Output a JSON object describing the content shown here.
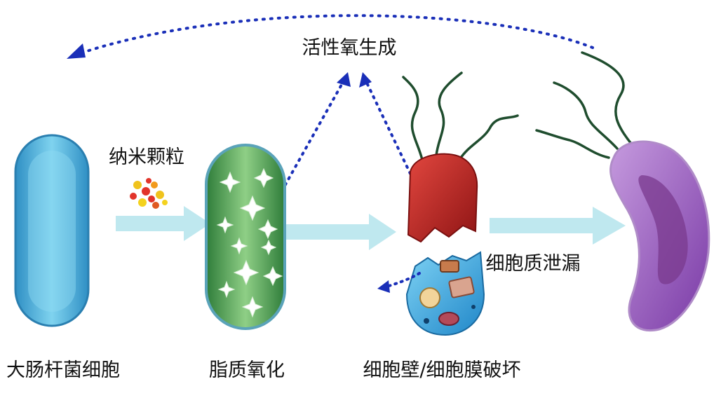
{
  "labels": {
    "ros_generation": "活性氧生成",
    "nanoparticles": "纳米颗粒",
    "cytoplasm_leakage": "细胞质泄漏",
    "ecoli": "大肠杆菌细胞",
    "lipid_oxidation": "脂质氧化",
    "wall_membrane_damage": "细胞壁/细胞膜破坏"
  },
  "colors": {
    "dotted_arrow": "#1a2fb8",
    "process_arrow": "#bfe8ef",
    "healthy_cell": "#4fb6d9",
    "oxidized_cell": "#4ea85a",
    "damaged_cell_top": "#c8272a",
    "damaged_cell_bottom": "#3aa0d8",
    "leaked_cell": "#9b5cc0",
    "flagella": "#1f4d2e"
  },
  "icons": [
    "nanoparticle-cluster",
    "ros-star-spots",
    "flagella",
    "organelles"
  ]
}
